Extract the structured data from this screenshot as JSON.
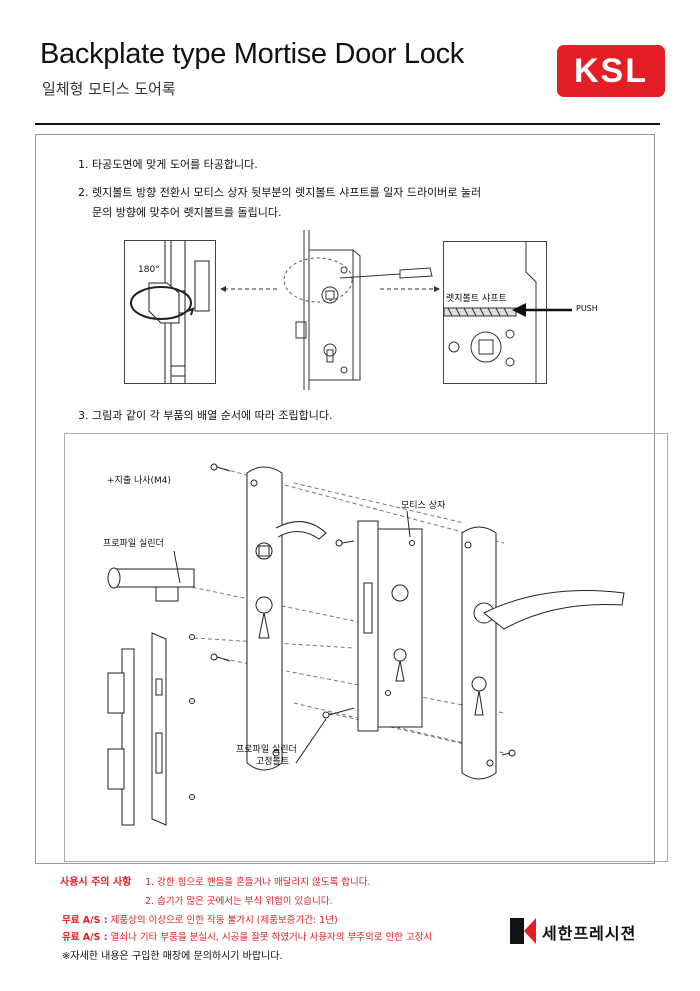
{
  "header": {
    "title": "Backplate type Mortise Door Lock",
    "subtitle": "일체형 모티스 도어록",
    "logo": "KSL"
  },
  "steps": {
    "s1": "1. 타공도면에 맞게 도어를 타공합니다.",
    "s2a": "2. 렛지볼트 방향 전환시 모티스 상자 뒷부분의 렛지볼트 샤프트를 일자 드라이버로 눌러",
    "s2b": "문의 방향에 맞추어 렛지볼트를 돌립니다.",
    "s3": "3. 그림과 같이 각 부품의 배열 순서에 따라 조립합니다."
  },
  "figure1": {
    "rotate_label": "180°",
    "shaft_label": "렛지볼트 샤프트",
    "push_label": "PUSH"
  },
  "figure2": {
    "screw_label": "+지출 나사(M4)",
    "mortise_label": "모티스 상자",
    "cylinder_label": "프로파일 실린더",
    "bolt_label_1": "프로파일 실린더",
    "bolt_label_2": "고정볼트"
  },
  "caution": {
    "title": "사용시 주의 사항",
    "line1": "1. 강한 힘으로 핸들을 흔들거나 매달리지 않도록 합니다.",
    "line2": "2. 습기가 많은 곳에서는 부식 위험이 있습니다."
  },
  "service": {
    "free_label": "무료 A/S :",
    "free_text": "제품상의 이상으로 인한 작동 불가시 (제품보증기간: 1년)",
    "paid_label": "유료 A/S :",
    "paid_text": "열쇠나 기타 부품을 분실시, 시공을 잘못 하였거나 사용자의 부주의로 인한 고장시",
    "note": "※자세한 내용은 구입한 매장에 문의하시기 바랍니다."
  },
  "brand": {
    "name": "세한프레시젼",
    "accent": "#e31e24"
  }
}
